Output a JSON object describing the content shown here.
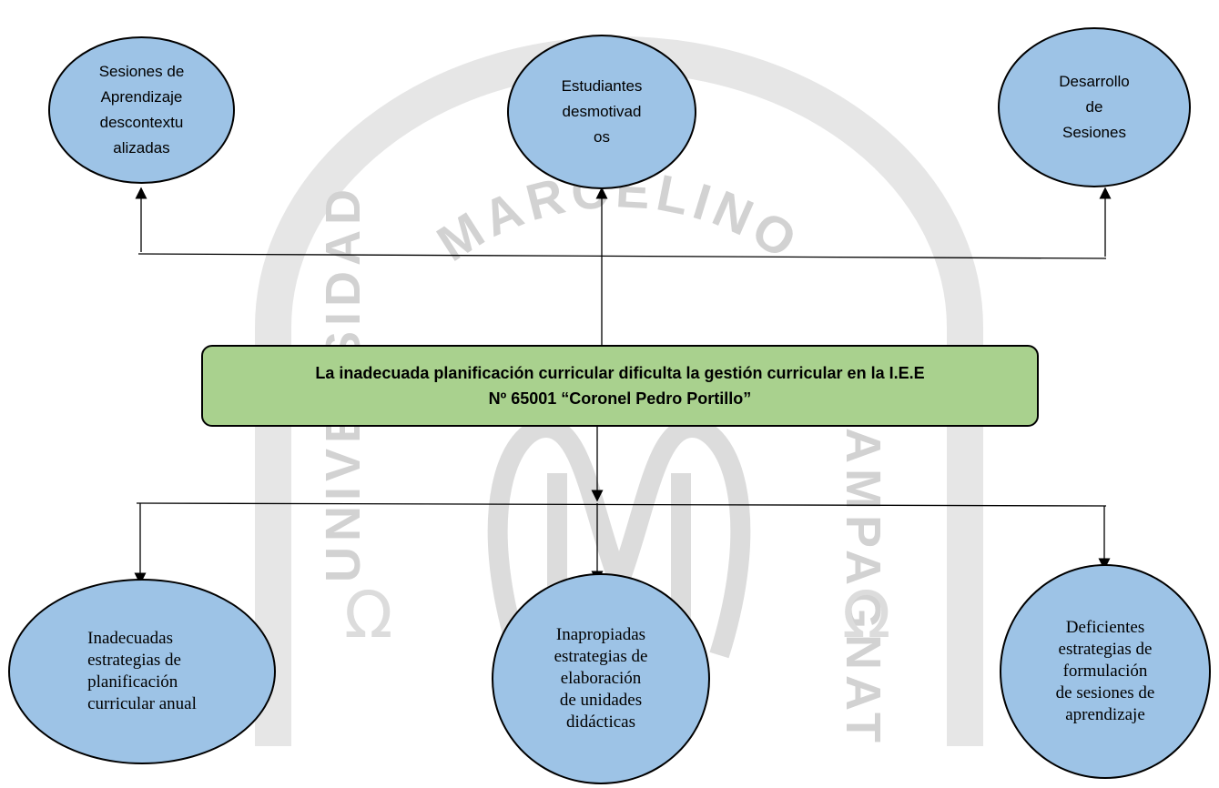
{
  "watermark": {
    "top_arc": "MARCELINO",
    "left_arc": "UNIVERSIDAD",
    "right_arc": "CHAMPAGNAT"
  },
  "effects": [
    {
      "id": "effect-sesiones-descontextualizadas",
      "text": "Sesiones de\nAprendizaje\ndescontextu\nalizadas"
    },
    {
      "id": "effect-estudiantes-desmotivados",
      "text": "Estudiantes\ndesmotivad\nos"
    },
    {
      "id": "effect-desarrollo-sesiones",
      "text": "Desarrollo\nde\nSesiones"
    }
  ],
  "problem": {
    "text": "La inadecuada planificación curricular dificulta la gestión curricular en la I.E.E\nNº 65001 “Coronel Pedro Portillo”"
  },
  "causes": [
    {
      "id": "cause-planificacion-anual",
      "text": "Inadecuadas\nestrategias     de\nplanificación\ncurricular anual"
    },
    {
      "id": "cause-unidades-didacticas",
      "text": "Inapropiadas\nestrategias de\nelaboración\nde unidades\ndidácticas"
    },
    {
      "id": "cause-sesiones-aprendizaje",
      "text": "Deficientes\nestrategias de\nformulación\nde sesiones de\naprendizaje"
    }
  ],
  "colors": {
    "node_fill": "#9dc3e6",
    "problem_fill": "#a9d18e",
    "watermark": "#d2d2d2"
  }
}
